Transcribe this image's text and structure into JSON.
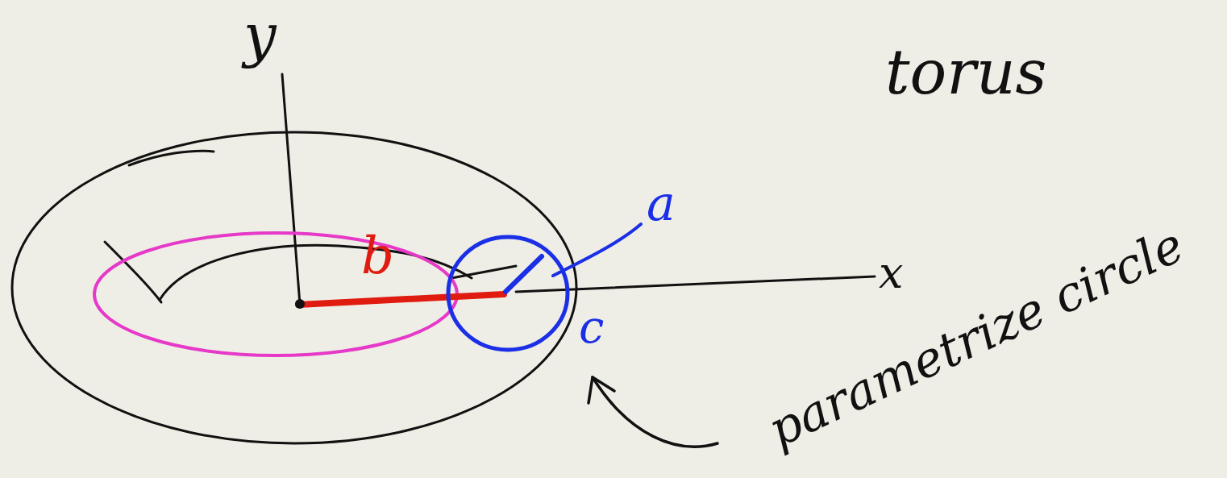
{
  "diagram": {
    "labels": [
      "y",
      "torus",
      "a",
      "b",
      "x",
      "c",
      "parametrize circle"
    ]
  }
}
